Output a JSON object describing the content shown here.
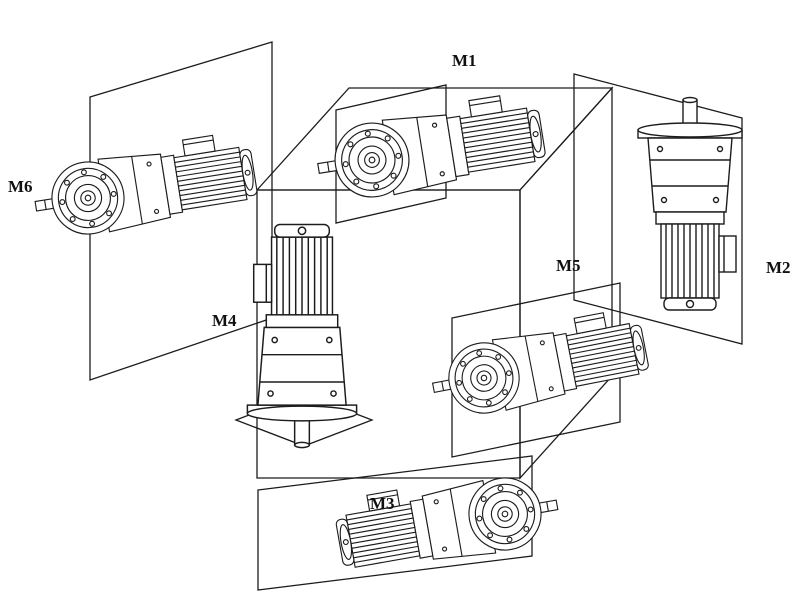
{
  "diagram": {
    "background": "#ffffff",
    "line_color": "#1c1c1c",
    "labels": [
      {
        "id": "M1",
        "text": "M1"
      },
      {
        "id": "M2",
        "text": "M2"
      },
      {
        "id": "M3",
        "text": "M3"
      },
      {
        "id": "M4",
        "text": "M4"
      },
      {
        "id": "M5",
        "text": "M5"
      },
      {
        "id": "M6",
        "text": "M6"
      }
    ]
  }
}
